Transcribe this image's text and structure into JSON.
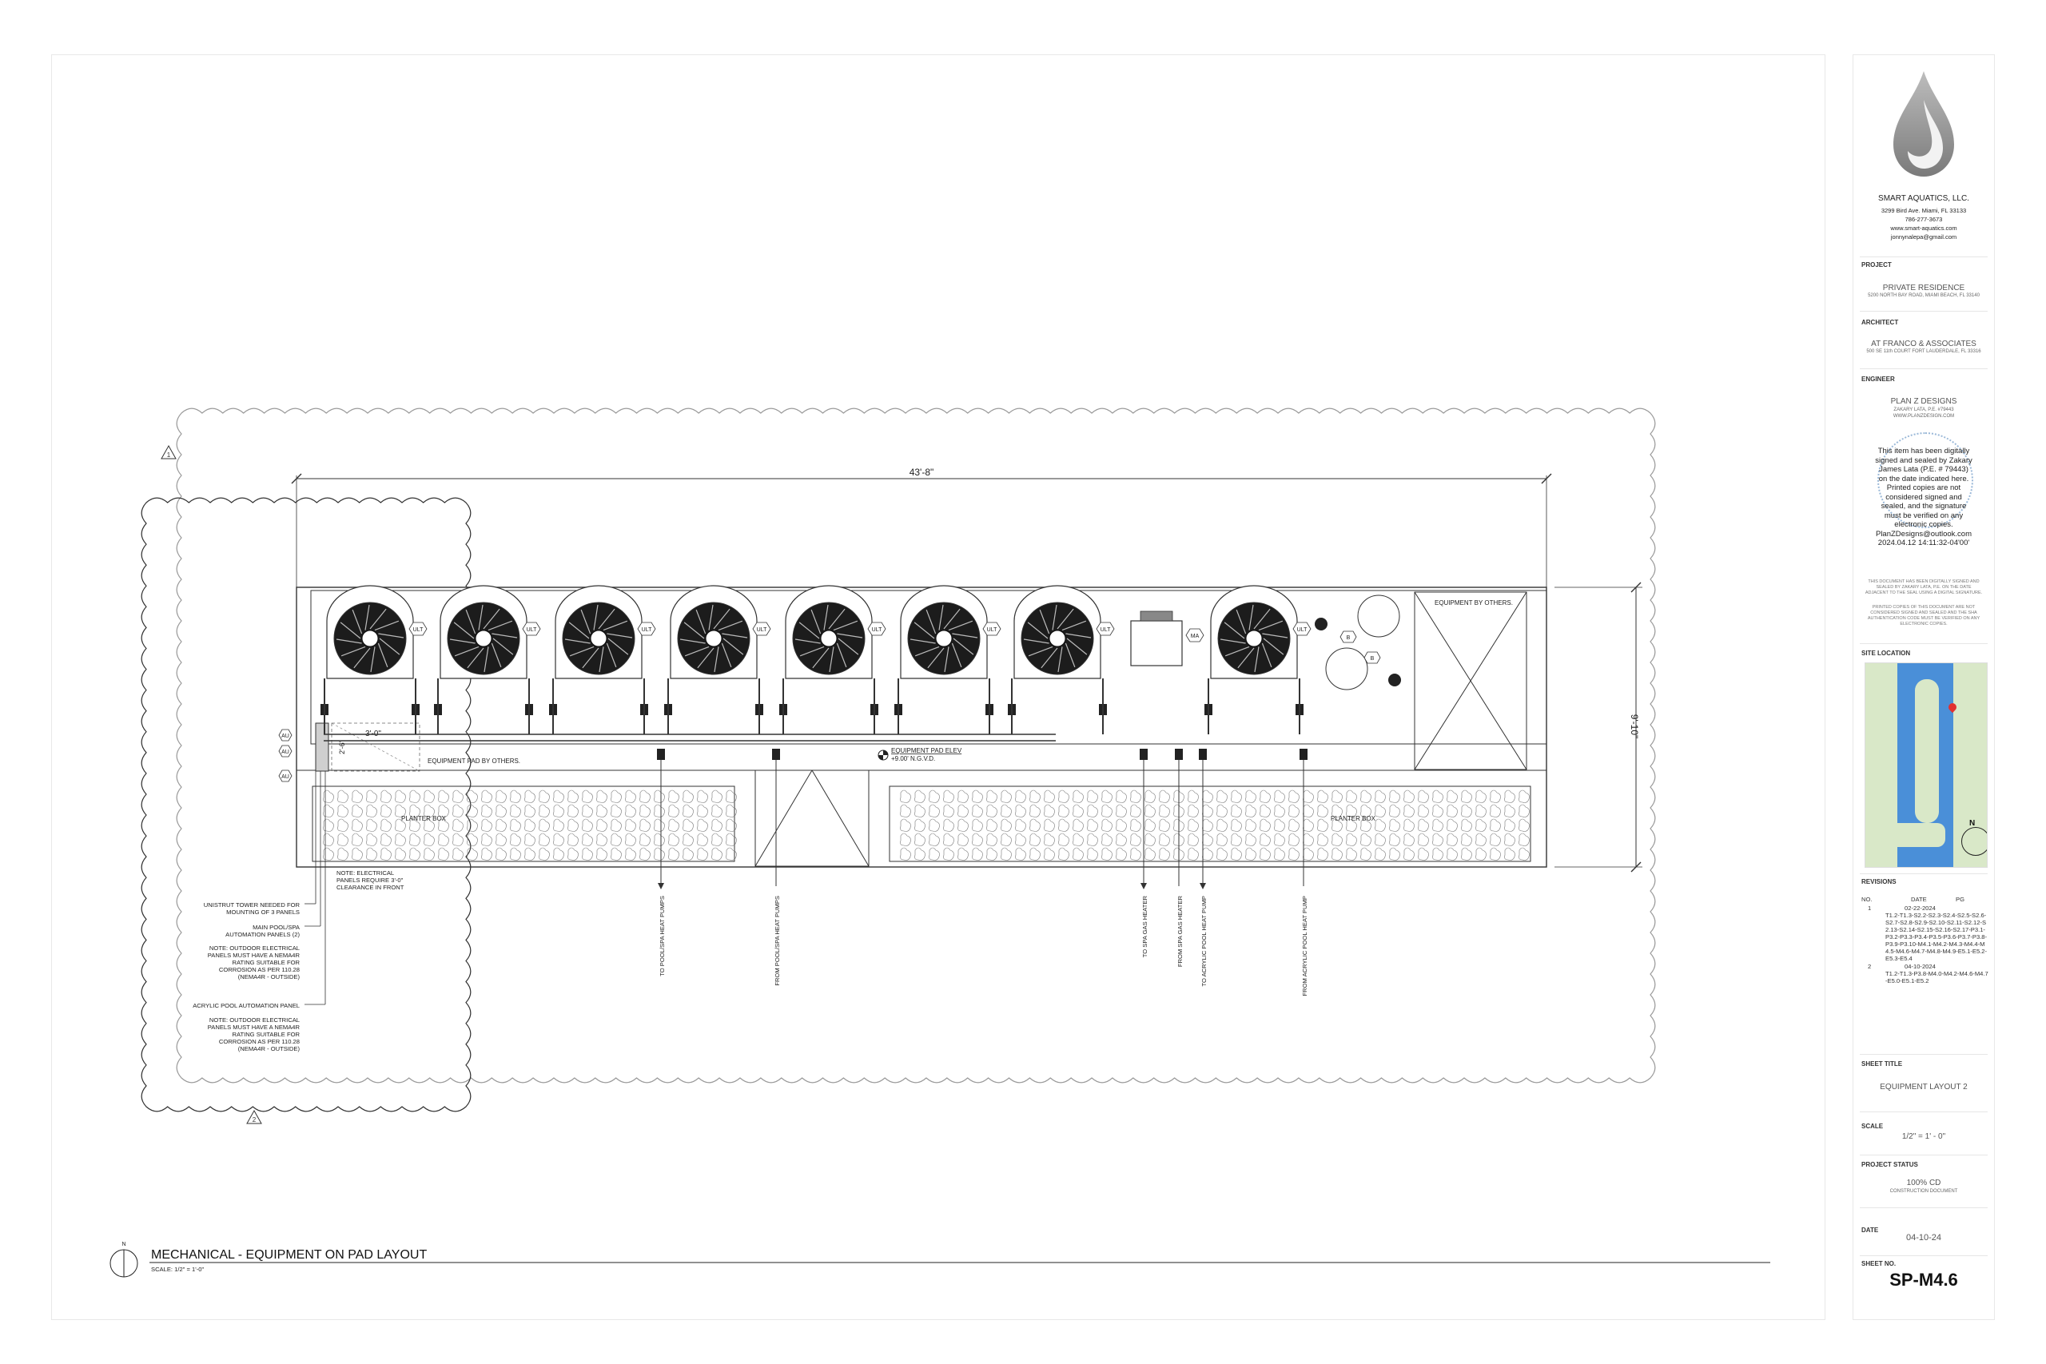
{
  "drawing": {
    "title": "MECHANICAL - EQUIPMENT ON PAD LAYOUT",
    "scale": "SCALE: 1/2\" = 1'-0\"",
    "north": "N",
    "dim_width": "43'-8\"",
    "dim_height": "9'-10\"",
    "dim_panel_w": "3'-0\"",
    "dim_panel_h": "2'-6\"",
    "equipment_by_others": "EQUIPMENT BY OTHERS.",
    "equipment_pad": "EQUIPMENT PAD BY OTHERS.",
    "pad_elev_1": "EQUIPMENT PAD ELEV",
    "pad_elev_2": "+9.00' N.G.V.D.",
    "planter_box": "PLANTER BOX",
    "tag_ult": "ULT",
    "tag_au": "AU",
    "tag_ma": "MA",
    "tag_b": "B",
    "rev_tag_1": "1",
    "rev_tag_2": "2",
    "note_clearance": [
      "NOTE: ELECTRICAL",
      "PANELS REQUIRE 3'-0\"",
      "CLEARANCE IN FRONT"
    ],
    "note_unistrut": [
      "UNISTRUT TOWER NEEDED FOR",
      "MOUNTING OF 3 PANELS"
    ],
    "note_main_panel": [
      "MAIN POOL/SPA",
      "AUTOMATION PANELS (2)"
    ],
    "note_outdoor_1": [
      "NOTE: OUTDOOR ELECTRICAL",
      "PANELS MUST HAVE A NEMA4R",
      "RATING SUITABLE FOR",
      "CORROSION AS PER 110.28",
      "(NEMA4R - OUTSIDE)"
    ],
    "note_acrylic_panel": "ACRYLIC POOL AUTOMATION PANEL",
    "note_outdoor_2": [
      "NOTE: OUTDOOR ELECTRICAL",
      "PANELS MUST HAVE A NEMA4R",
      "RATING SUITABLE FOR",
      "CORROSION AS PER 110.28",
      "(NEMA4R - OUTSIDE)"
    ],
    "pipe_labels": [
      "TO POOL/SPA HEAT PUMPS",
      "FROM POOL/SPA HEAT PUMPS",
      "TO SPA GAS HEATER",
      "FROM SPA GAS HEATER",
      "TO ACRYLIC POOL HEAT PUMP",
      "FROM ACRYLIC POOL HEAT PUMP"
    ]
  },
  "titleblock": {
    "company": "SMART AQUATICS, LLC.",
    "address": "3299 Bird Ave. Miami, FL 33133",
    "phone": "786-277-3673",
    "web": "www.smart-aquatics.com",
    "email": "jonnynalepa@gmail.com",
    "project_label": "PROJECT",
    "project_name": "PRIVATE RESIDENCE",
    "project_addr": "5200 NORTH BAY ROAD, MIAMI BEACH, FL 33140",
    "architect_label": "ARCHITECT",
    "architect_name": "AT FRANCO & ASSOCIATES",
    "architect_addr": "500 SE 11th COURT FORT LAUDERDALE, FL 33316",
    "engineer_label": "ENGINEER",
    "engineer_name": "PLAN Z DESIGNS",
    "engineer_sub1": "ZAKARY LATA, P.E. #79443",
    "engineer_sub2": "WWW.PLANZDESIGN.COM",
    "seal_lines": [
      "This item has been digitally",
      "signed and sealed by Zakary",
      "James Lata (P.E. # 79443)",
      "on the date indicated here.",
      "Printed copies are not",
      "considered signed and",
      "sealed, and the signature",
      "must be verified on any",
      "electronic copies.",
      "PlanZDesigns@outlook.com",
      "2024.04.12 14:11:32-04'00'"
    ],
    "disclaimer_1": [
      "THIS DOCUMENT HAS BEEN DIGITALLY SIGNED AND",
      "SEALED BY ZAKARY LATA, P.E. ON THE DATE",
      "ADJACENT TO THE SEAL USING A DIGITAL SIGNATURE."
    ],
    "disclaimer_2": [
      "PRINTED COPIES OF THIS DOCUMENT ARE NOT",
      "CONSIDERED SIGNED AND SEALED AND THE SHA",
      "AUTHENTICATION CODE MUST BE VERIFIED ON ANY",
      "ELECTRONIC COPIES."
    ],
    "site_label": "SITE LOCATION",
    "revisions_label": "REVISIONS",
    "rev_head": [
      "NO.",
      "DATE",
      "PG"
    ],
    "revisions": [
      {
        "no": "1",
        "date": "02-22-2024",
        "pages": "T1.2-T1.3-S2.2-S2.3-S2.4-S2.5-S2.6-S2.7-S2.8-S2.9-S2.10-S2.11-S2.12-S2.13-S2.14-S2.15-S2.16-S2.17-P3.1-P3.2-P3.3-P3.4-P3.5-P3.6-P3.7-P3.8-P3.9-P3.10-M4.1-M4.2-M4.3-M4.4-M4.5-M4.6-M4.7-M4.8-M4.9-E5.1-E5.2-E5.3-E5.4"
      },
      {
        "no": "2",
        "date": "04-10-2024",
        "pages": "T1.2-T1.3-P3.8-M4.0-M4.2-M4.6-M4.7-E5.0-E5.1-E5.2"
      }
    ],
    "sheet_title_label": "SHEET TITLE",
    "sheet_title": "EQUIPMENT LAYOUT 2",
    "scale_label": "SCALE",
    "scale": "1/2\" = 1' - 0\"",
    "status_label": "PROJECT STATUS",
    "status": "100% CD",
    "status_sub": "CONSTRUCTION DOCUMENT",
    "date_label": "DATE",
    "date": "04-10-24",
    "sheet_no_label": "SHEET NO.",
    "sheet_no": "SP-M4.6",
    "map_north": "N"
  },
  "colors": {
    "line": "#333333",
    "cloud": "#9a9a9a",
    "water": "#4a8fd8",
    "pin": "#e23030"
  }
}
